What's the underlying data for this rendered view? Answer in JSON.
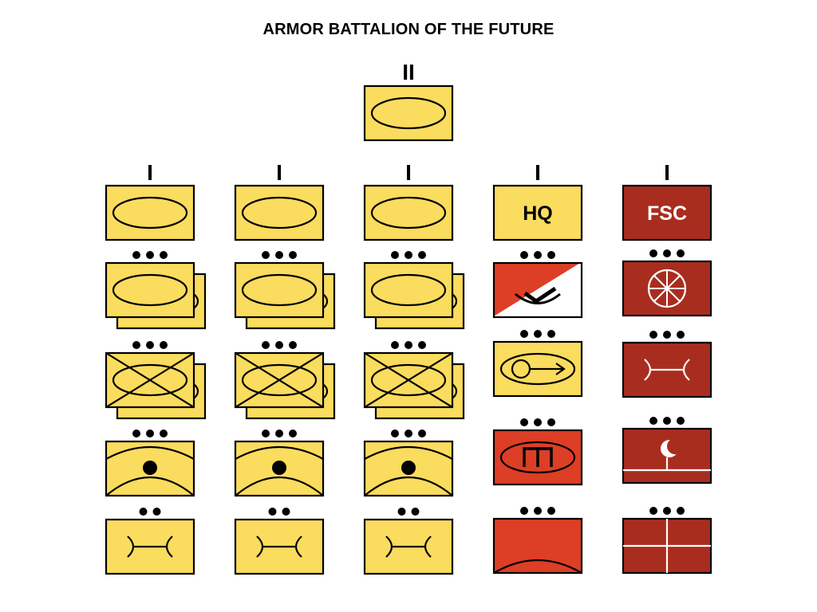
{
  "title": "ARMOR BATTALION OF THE FUTURE",
  "colors": {
    "yellow": "#fadc5e",
    "brown_red": "#a92d1f",
    "bright_red": "#dd3e26",
    "stroke": "#000000",
    "white": "#ffffff"
  },
  "echelons": {
    "battalion": "II",
    "company": "I",
    "platoon": "•••",
    "section": "••"
  },
  "headquarters": {
    "echelon": "II",
    "symbol": "armor"
  },
  "companies": [
    {
      "echelon": "I",
      "unit": {
        "symbol": "armor"
      },
      "subunits": [
        {
          "echelon": "•••",
          "symbol": "armor-stacked"
        },
        {
          "echelon": "•••",
          "symbol": "armored-infantry-stacked"
        },
        {
          "echelon": "•••",
          "symbol": "armor-recon"
        },
        {
          "echelon": "••",
          "symbol": "engineer"
        }
      ]
    },
    {
      "echelon": "I",
      "unit": {
        "symbol": "armor"
      },
      "subunits": [
        {
          "echelon": "•••",
          "symbol": "armor-stacked"
        },
        {
          "echelon": "•••",
          "symbol": "armored-infantry-stacked"
        },
        {
          "echelon": "•••",
          "symbol": "armor-recon"
        },
        {
          "echelon": "••",
          "symbol": "engineer"
        }
      ]
    },
    {
      "echelon": "I",
      "unit": {
        "symbol": "armor"
      },
      "subunits": [
        {
          "echelon": "•••",
          "symbol": "armor-stacked"
        },
        {
          "echelon": "•••",
          "symbol": "armored-infantry-stacked"
        },
        {
          "echelon": "•••",
          "symbol": "armor-recon"
        },
        {
          "echelon": "••",
          "symbol": "engineer"
        }
      ]
    },
    {
      "echelon": "I",
      "unit": {
        "symbol": "hq",
        "label": "HQ"
      },
      "subunits": [
        {
          "echelon": "•••",
          "symbol": "air-defense-split"
        },
        {
          "echelon": "•••",
          "symbol": "armored-signal"
        },
        {
          "echelon": "•••",
          "symbol": "armored-engineer-red"
        },
        {
          "echelon": "•••",
          "symbol": "artillery-red"
        }
      ]
    },
    {
      "echelon": "I",
      "unit": {
        "symbol": "fsc",
        "label": "FSC"
      },
      "subunits": [
        {
          "echelon": "•••",
          "symbol": "transportation-wheel"
        },
        {
          "echelon": "•••",
          "symbol": "maintenance"
        },
        {
          "echelon": "•••",
          "symbol": "supply-moon"
        },
        {
          "echelon": "•••",
          "symbol": "medical-cross"
        }
      ]
    }
  ]
}
